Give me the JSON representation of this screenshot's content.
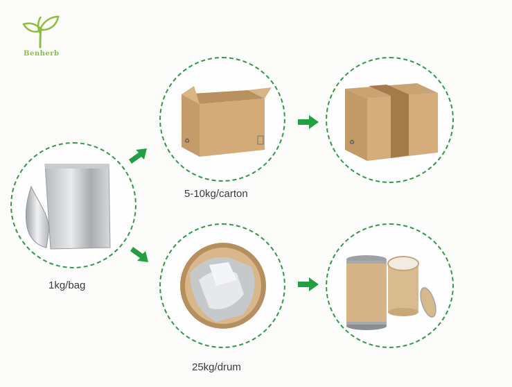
{
  "brand": {
    "name": "Benherb",
    "logo_icon": "leaf-sprout-logo",
    "color": "#8bbf38"
  },
  "accent_color": "#2f9a4a",
  "steps": {
    "bag": {
      "caption": "1kg/bag",
      "icon": "foil-pouch-icon"
    },
    "carton": {
      "caption": "5-10kg/carton",
      "icon": "open-carton-icon"
    },
    "sealed_carton": {
      "icon": "sealed-carton-icon"
    },
    "drum": {
      "caption": "25kg/drum",
      "icon": "drum-with-foil-bags-icon"
    },
    "fiber_drums": {
      "icon": "fiber-drums-icon"
    }
  },
  "arrows": [
    "arrow-up-right",
    "arrow-down-right",
    "arrow-right-top",
    "arrow-right-bottom"
  ]
}
